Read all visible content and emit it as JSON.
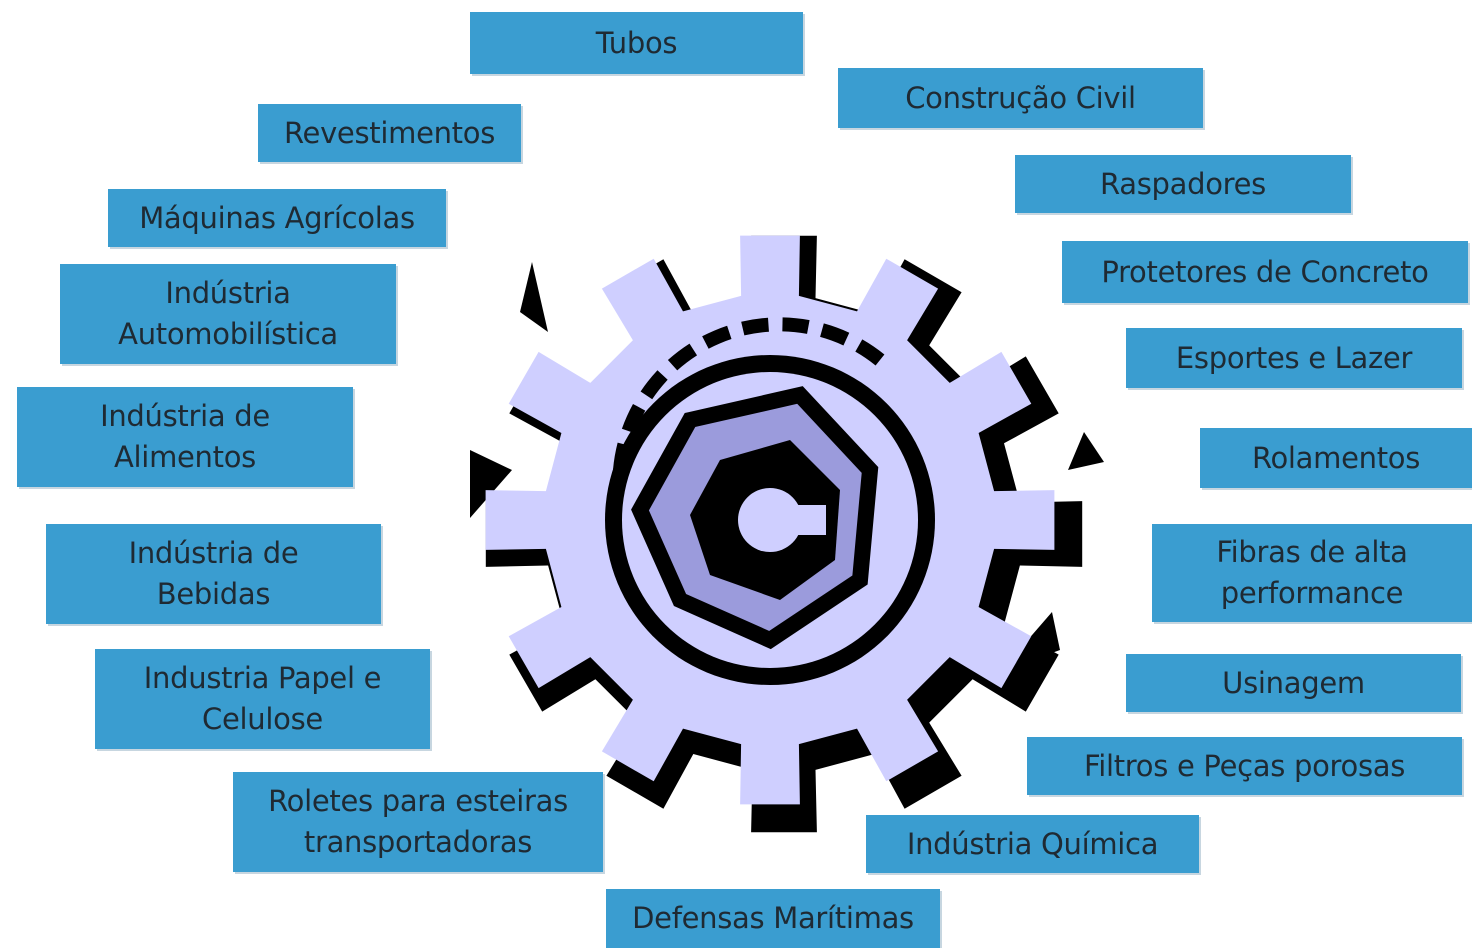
{
  "colors": {
    "box": "#3a9dd0",
    "text": "#1f2a33",
    "gear_light": "#cfcfff",
    "gear_mid": "#9b9bdc",
    "gear_dark": "#000000"
  },
  "center_icon": "gear-icon",
  "labels": {
    "tubos": "Tubos",
    "construcao_civil": "Construção Civil",
    "revestimentos": "Revestimentos",
    "raspadores": "Raspadores",
    "maquinas_agricolas": "Máquinas Agrícolas",
    "protetores_concreto": "Protetores de Concreto",
    "industria_automobilistica": "Indústria\nAutomobilística",
    "esportes_lazer": "Esportes e Lazer",
    "industria_alimentos": "Indústria de\nAlimentos",
    "rolamentos": "Rolamentos",
    "industria_bebidas": "Indústria de\nBebidas",
    "fibras_alta_performance": "Fibras de alta\nperformance",
    "industria_papel_celulose": "Industria Papel e\nCelulose",
    "usinagem": "Usinagem",
    "filtros_pecas_porosas": "Filtros e Peças porosas",
    "roletes_esteiras": "Roletes para esteiras\ntransportadoras",
    "industria_quimica": "Indústria Química",
    "defensas_maritimas": "Defensas Marítimas"
  }
}
